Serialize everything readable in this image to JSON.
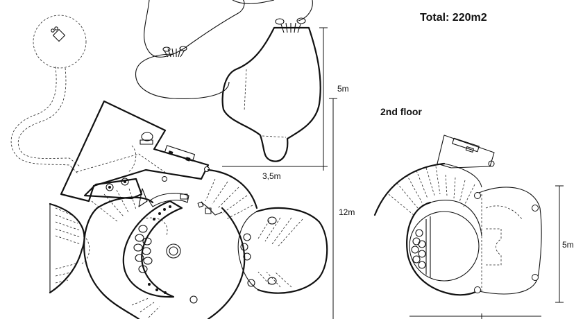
{
  "labels": {
    "total": "Total: 220m2",
    "second_floor": "2nd floor",
    "dim_5m_top": "5m",
    "dim_3_5m": "3,5m",
    "dim_12m": "12m",
    "dim_5m_right": "5m"
  }
}
